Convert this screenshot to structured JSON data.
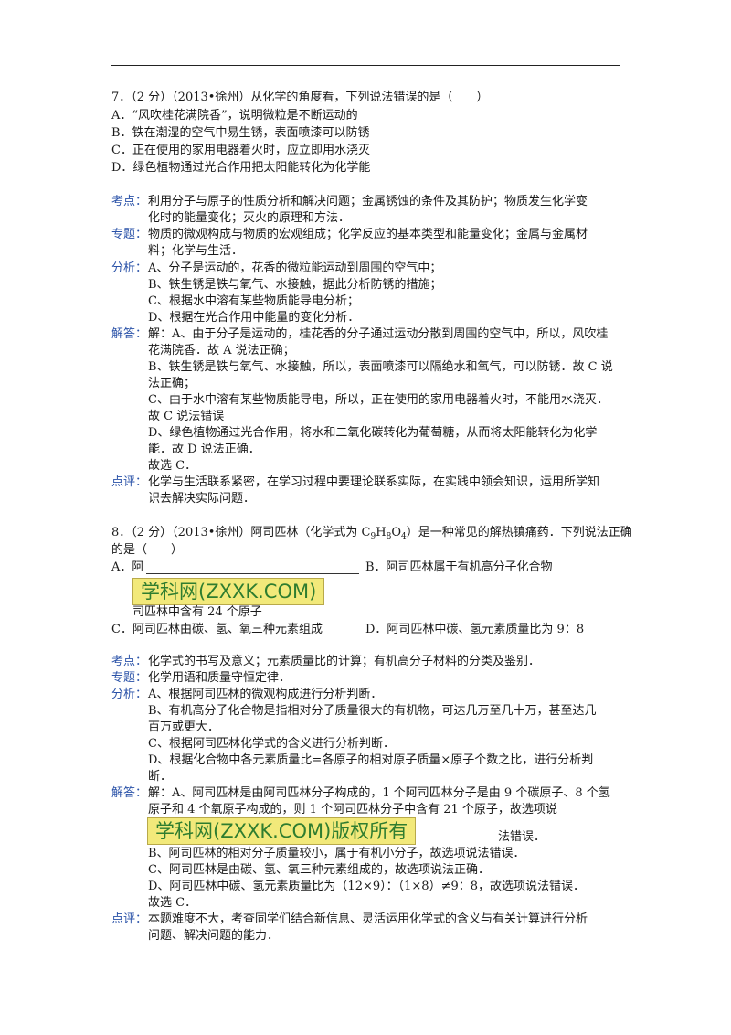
{
  "q7": {
    "stem": "7．（2 分）（2013•徐州）从化学的角度看，下列说法错误的是（　　）",
    "options": [
      "A．“风吹桂花满院香”，说明微粒是不断运动的",
      "B．铁在潮湿的空气中易生锈，表面喷漆可以防锈",
      "C．正在使用的家用电器着火时，应立即用水浇灭",
      "D．绿色植物通过光合作用把太阳能转化为化学能"
    ],
    "kaodian_label": "考点：",
    "kaodian": [
      "利用分子与原子的性质分析和解决问题；金属锈蚀的条件及其防护；物质发生化学变",
      "化时的能量变化；灭火的原理和方法．"
    ],
    "zhuanti_label": "专题：",
    "zhuanti": [
      "物质的微观构成与物质的宏观组成；化学反应的基本类型和能量变化；金属与金属材",
      "料；化学与生活．"
    ],
    "fenxi_label": "分析：",
    "fenxi": [
      "A、分子是运动的，花香的微粒能运动到周围的空气中；",
      "B、铁生锈是铁与氧气、水接触，据此分析防锈的措施；",
      "C、根据水中溶有某些物质能导电分析；",
      "D、根据在光合作用中能量的变化分析．"
    ],
    "jieda_label": "解答：",
    "jieda": [
      "解：A、由于分子是运动的，桂花香的分子通过运动分散到周围的空气中，所以，风吹桂",
      "花满院香．故 A 说法正确；",
      "B、铁生锈是铁与氧气、水接触，所以，表面喷漆可以隔绝水和氧气，可以防锈．故 C 说",
      "法正确；",
      "C、由于水中溶有某些物质能导电，所以，正在使用的家用电器着火时，不能用水浇灭．",
      "故 C 说法错误",
      "D、绿色植物通过光合作用，将水和二氧化碳转化为葡萄糖，从而将太阳能转化为化学",
      "能．故 D 说法正确．",
      "故选 C．"
    ],
    "dianping_label": "点评：",
    "dianping": [
      "化学与生活联系紧密，在学习过程中要理论联系实际，在实践中领会知识，运用所学知",
      "识去解决实际问题．"
    ]
  },
  "q8": {
    "stem_pre": "8．（2 分）（2013•徐州）阿司匹林（化学式为 C",
    "sub1": "9",
    "mid1": "H",
    "sub2": "8",
    "mid2": "O",
    "sub3": "4",
    "stem_post": "）是一种常见的解热镇痛药．下列说法正确",
    "stem2": "的是（　　）",
    "optA_start": "A．阿",
    "optB": "B．阿司匹林属于有机高分子化合物",
    "optA_cont": "司匹林中含有 24 个原子",
    "optC": "C．阿司匹林由碳、氢、氧三种元素组成",
    "optD": "D．阿司匹林中碳、氢元素质量比为 9：8",
    "watermark1": "学科网(ZXXK.COM)",
    "kaodian_label": "考点：",
    "kaodian": "化学式的书写及意义；元素质量比的计算；有机高分子材料的分类及鉴别．",
    "zhuanti_label": "专题：",
    "zhuanti": "化学用语和质量守恒定律．",
    "fenxi_label": "分析：",
    "fenxi": [
      "A、根据阿司匹林的微观构成进行分析判断．",
      "B、有机高分子化合物是指相对分子质量很大的有机物，可达几万至几十万，甚至达几",
      "百万或更大．",
      "C、根据阿司匹林化学式的含义进行分析判断．",
      "D、根据化合物中各元素质量比=各原子的相对原子质量×原子个数之比，进行分析判",
      "断．"
    ],
    "jieda_label": "解答：",
    "jieda": [
      "解：A、阿司匹林是由阿司匹林分子构成的，1 个阿司匹林分子是由 9 个碳原子、8 个氢",
      "原子和 4 个氧原子构成的，则 1 个阿司匹林分子中含有 21 个原子，故选项说"
    ],
    "watermark2": "学科网(ZXXK.COM)版权所有",
    "jieda_tail": "法错误．",
    "jieda_rest": [
      "B、阿司匹林的相对分子质量较小，属于有机小分子，故选项说法错误．",
      "C、阿司匹林是由碳、氢、氧三种元素组成的，故选项说法正确．",
      "D、阿司匹林中碳、氢元素质量比为（12×9）：（1×8）≠9：8，故选项说法错误．",
      "故选 C．"
    ],
    "dianping_label": "点评：",
    "dianping": [
      "本题难度不大，考查同学们结合新信息、灵活运用化学式的含义与有关计算进行分析",
      "问题、解决问题的能力．"
    ]
  }
}
